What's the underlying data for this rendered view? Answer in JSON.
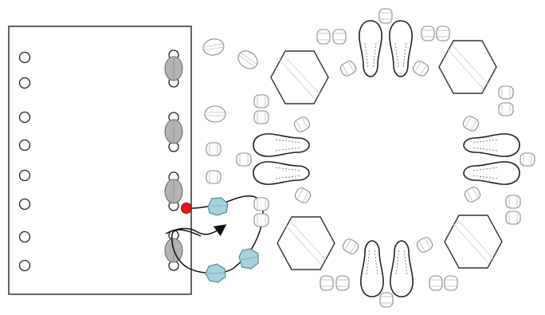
{
  "diagram": {
    "kind": "beadwork-pattern-instruction",
    "board": {
      "hole_rows": 8
    },
    "colors": {
      "board_stroke": "#222222",
      "gray_bead": "#b3b3b3",
      "blue_bead": "#a9d3dc",
      "blue_bead_stroke": "#4d8a98",
      "start_dot": "#e8141b",
      "outline": "#333333",
      "light_outline": "#8a8a8a"
    },
    "icons": [
      "thread-path",
      "direction-arrow",
      "start-point",
      "seed-bead",
      "crystal-bead",
      "hexagon-stone",
      "marquise-drop-bead"
    ]
  }
}
